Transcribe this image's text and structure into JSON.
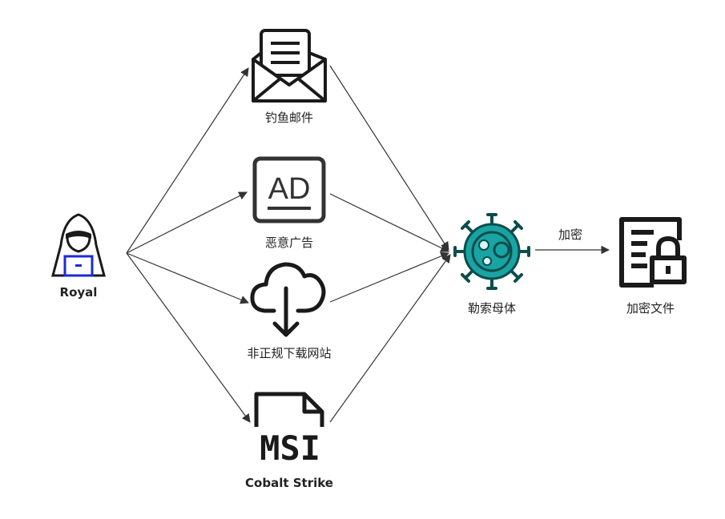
{
  "nodes": {
    "royal": {
      "label": "Royal"
    },
    "phishing_email": {
      "label": "钓鱼邮件"
    },
    "malicious_ad": {
      "label": "恶意广告",
      "icon_text": "AD"
    },
    "unofficial_download": {
      "label": "非正规下载网站"
    },
    "cobalt_strike": {
      "label": "Cobalt Strike",
      "icon_text": "MSI"
    },
    "ransomware": {
      "label": "勒索母体"
    },
    "encrypted_files": {
      "label": "加密文件"
    }
  },
  "edges": {
    "encrypt_label": "加密"
  },
  "colors": {
    "stroke": "#1a1a1a",
    "arrow": "#333333",
    "virus_body": "#1aa3a3",
    "virus_dark": "#0b4d4d",
    "laptop_blue": "#1b2bd6"
  }
}
